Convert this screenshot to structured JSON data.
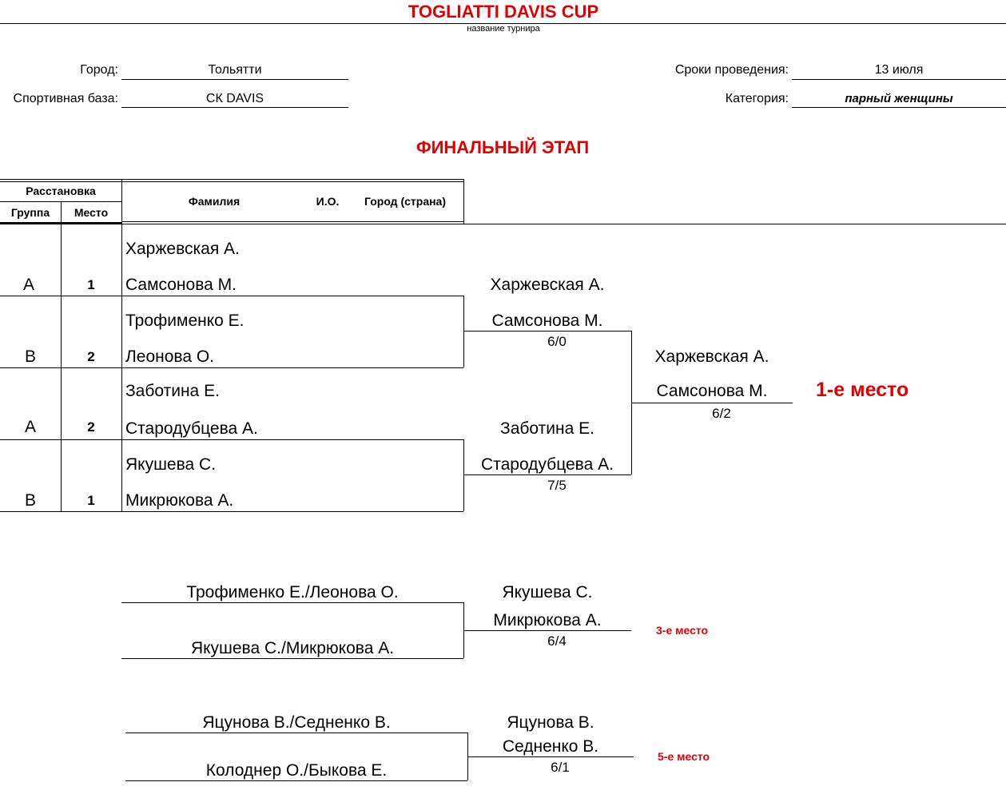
{
  "header": {
    "title": "TOGLIATTI DAVIS CUP",
    "subtitle": "название турнира"
  },
  "info": {
    "city_label": "Город:",
    "city": "Тольятти",
    "base_label": "Спортивная база:",
    "base": "СК DAVIS",
    "dates_label": "Сроки проведения:",
    "dates": "13 июля",
    "category_label": "Категория:",
    "category": "парный женщины"
  },
  "stage_title": "ФИНАЛЬНЫЙ ЭТАП",
  "table_header": {
    "seeding": "Расстановка",
    "group": "Группа",
    "place": "Место",
    "surname": "Фамилия",
    "initials": "И.О.",
    "city": "Город (страна)"
  },
  "entries": [
    {
      "group": "А",
      "place": "1",
      "p1": "Харжевская А.",
      "p2": "Самсонова М."
    },
    {
      "group": "В",
      "place": "2",
      "p1": "Трофименко Е.",
      "p2": "Леонова О."
    },
    {
      "group": "А",
      "place": "2",
      "p1": "Заботина Е.",
      "p2": "Стародубцева А."
    },
    {
      "group": "В",
      "place": "1",
      "p1": "Якушева С.",
      "p2": "Микрюкова А."
    }
  ],
  "semis": [
    {
      "p1": "Харжевская А.",
      "p2": "Самсонова М.",
      "score": "6/0"
    },
    {
      "p1": "Заботина Е.",
      "p2": "Стародубцева А.",
      "score": "7/5"
    }
  ],
  "final": {
    "p1": "Харжевская А.",
    "p2": "Самсонова М.",
    "score": "6/2",
    "place": "1-е место"
  },
  "third": {
    "team1": "Трофименко Е./Леонова О.",
    "team2": "Якушева С./Микрюкова А.",
    "w1": "Якушева С.",
    "w2": "Микрюкова А.",
    "score": "6/4",
    "place": "3-е место"
  },
  "fifth": {
    "team1": "Яцунова В./Седненко В.",
    "team2": "Колоднер О./Быкова Е.",
    "w1": "Яцунова В.",
    "w2": "Седненко В.",
    "score": "6/1",
    "place": "5-е место"
  }
}
